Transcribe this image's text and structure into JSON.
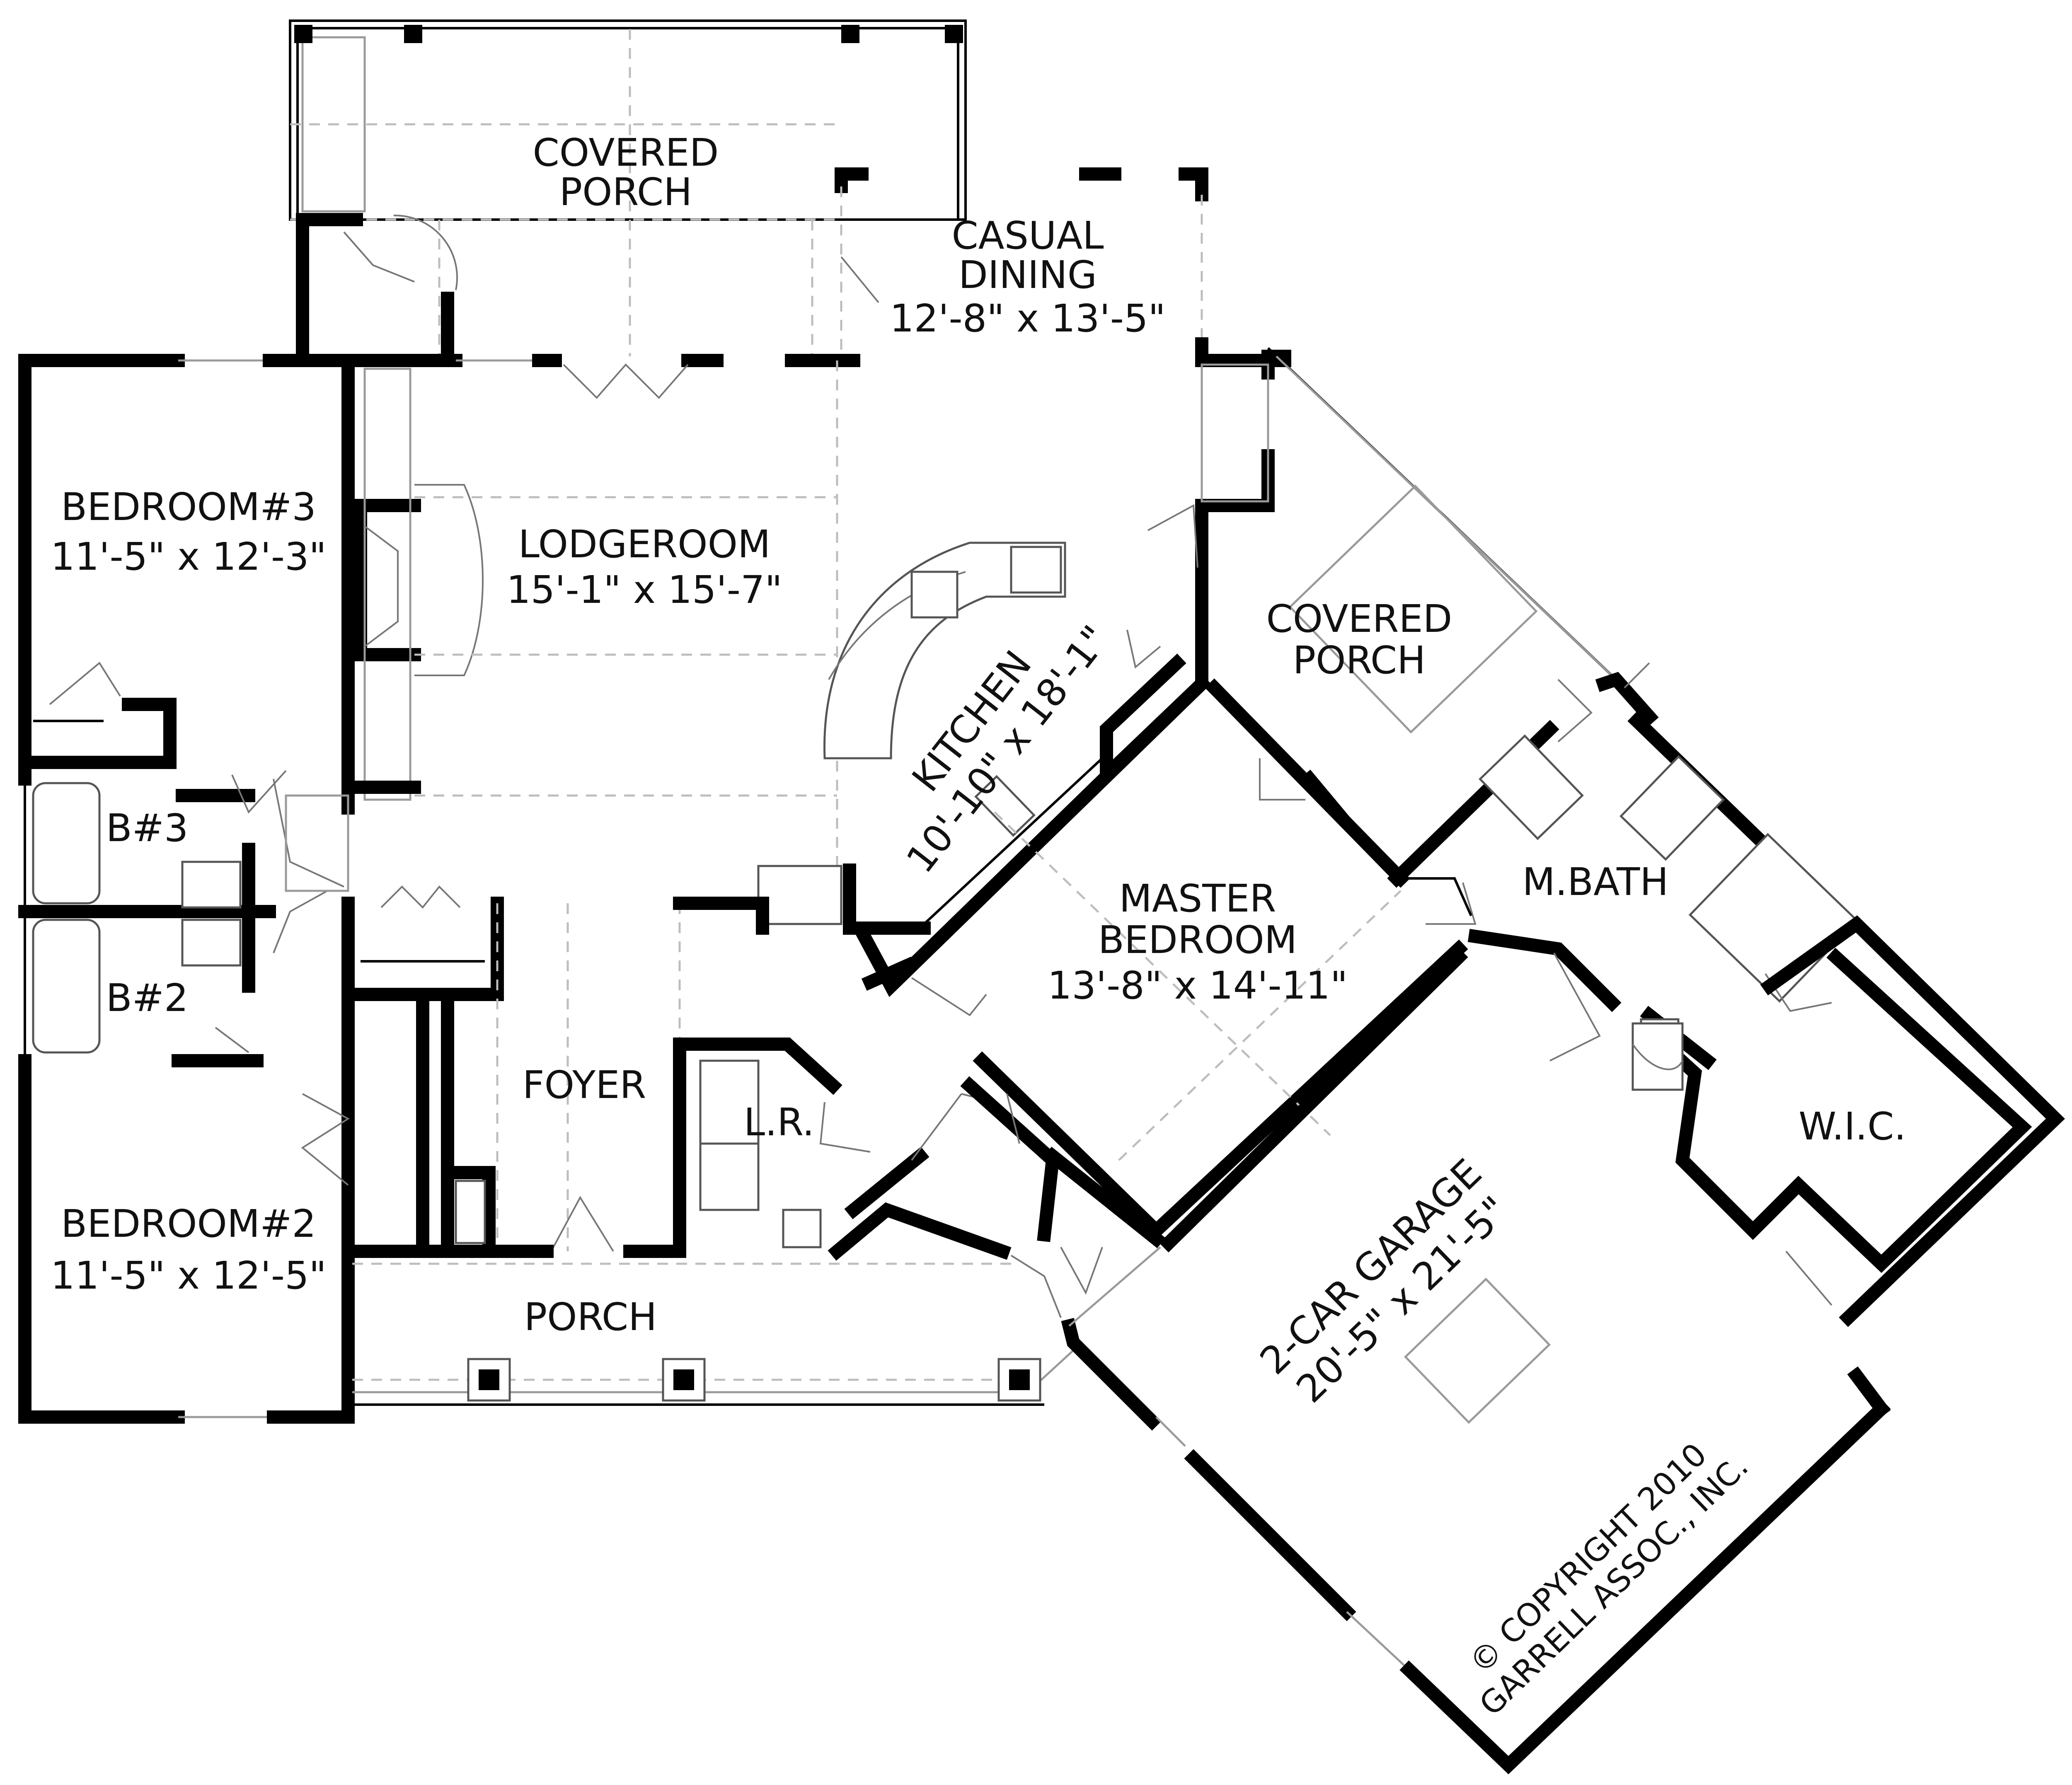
{
  "rooms": {
    "covered_porch_rear": {
      "name_line1": "COVERED",
      "name_line2": "PORCH"
    },
    "casual_dining": {
      "name_line1": "CASUAL",
      "name_line2": "DINING",
      "size": "12'-8\" x 13'-5\""
    },
    "bedroom3": {
      "name": "BEDROOM#3",
      "size": "11'-5\" x 12'-3\""
    },
    "lodgeroom": {
      "name": "LODGEROOM",
      "size": "15'-1\" x 15'-7\""
    },
    "kitchen": {
      "name": "KITCHEN",
      "size": "10'-10\" x 18'-1\""
    },
    "covered_porch_side": {
      "name_line1": "COVERED",
      "name_line2": "PORCH"
    },
    "bath3": {
      "name": "B#3"
    },
    "bath2": {
      "name": "B#2"
    },
    "master_bath": {
      "name": "M.BATH"
    },
    "master_bedroom": {
      "name_line1": "MASTER",
      "name_line2": "BEDROOM",
      "size": "13'-8\" x 14'-11\""
    },
    "foyer": {
      "name": "FOYER"
    },
    "laundry": {
      "name": "L.R."
    },
    "wic": {
      "name": "W.I.C."
    },
    "bedroom2": {
      "name": "BEDROOM#2",
      "size": "11'-5\" x 12'-5\""
    },
    "garage": {
      "name": "2-CAR GARAGE",
      "size": "20'-5\" x 21'-5\""
    },
    "porch_front": {
      "name": "PORCH"
    }
  },
  "copyright": {
    "line1": "© COPYRIGHT 2010",
    "line2": "GARRELL ASSOC., INC."
  }
}
